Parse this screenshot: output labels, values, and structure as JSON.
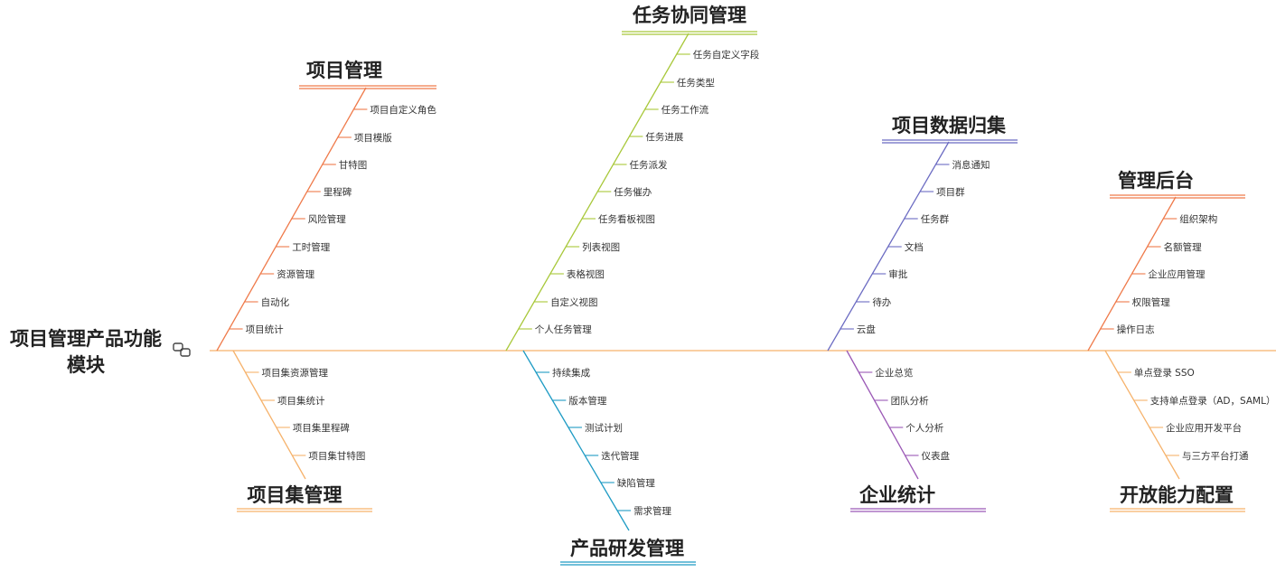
{
  "root": {
    "title_line1": "项目管理产品功能",
    "title_line2": "模块",
    "icon": "link-icon",
    "spine_color": "#f6b26b"
  },
  "branches": [
    {
      "key": "project",
      "title": "项目管理",
      "color": "#ef7a4a",
      "side": "top",
      "items": [
        "项目自定义角色",
        "项目模版",
        "甘特图",
        "里程碑",
        "风险管理",
        "工时管理",
        "资源管理",
        "自动化",
        "项目统计"
      ]
    },
    {
      "key": "task",
      "title": "任务协同管理",
      "color": "#a8c83a",
      "side": "top",
      "items": [
        "任务自定义字段",
        "任务类型",
        "任务工作流",
        "任务进展",
        "任务派发",
        "任务催办",
        "任务看板视图",
        "列表视图",
        "表格视图",
        "自定义视图",
        "个人任务管理"
      ]
    },
    {
      "key": "data",
      "title": "项目数据归集",
      "color": "#6b6bc2",
      "side": "top",
      "items": [
        "消息通知",
        "项目群",
        "任务群",
        "文档",
        "审批",
        "待办",
        "云盘"
      ]
    },
    {
      "key": "admin",
      "title": "管理后台",
      "color": "#ef7a4a",
      "side": "top",
      "items": [
        "组织架构",
        "名额管理",
        "企业应用管理",
        "权限管理",
        "操作日志"
      ]
    },
    {
      "key": "program",
      "title": "项目集管理",
      "color": "#f6b26b",
      "side": "bottom",
      "items": [
        "项目集资源管理",
        "项目集统计",
        "项目集里程碑",
        "项目集甘特图"
      ]
    },
    {
      "key": "rnd",
      "title": "产品研发管理",
      "color": "#1e9bc4",
      "side": "bottom",
      "items": [
        "持续集成",
        "版本管理",
        "测试计划",
        "迭代管理",
        "缺陷管理",
        "需求管理"
      ]
    },
    {
      "key": "stats",
      "title": "企业统计",
      "color": "#9b59b6",
      "side": "bottom",
      "items": [
        "企业总览",
        "团队分析",
        "个人分析",
        "仪表盘"
      ]
    },
    {
      "key": "open",
      "title": "开放能力配置",
      "color": "#f6b26b",
      "side": "bottom",
      "items": [
        "单点登录 SSO",
        "支持单点登录（AD，SAML）",
        "企业应用开发平台",
        "与三方平台打通"
      ]
    }
  ]
}
